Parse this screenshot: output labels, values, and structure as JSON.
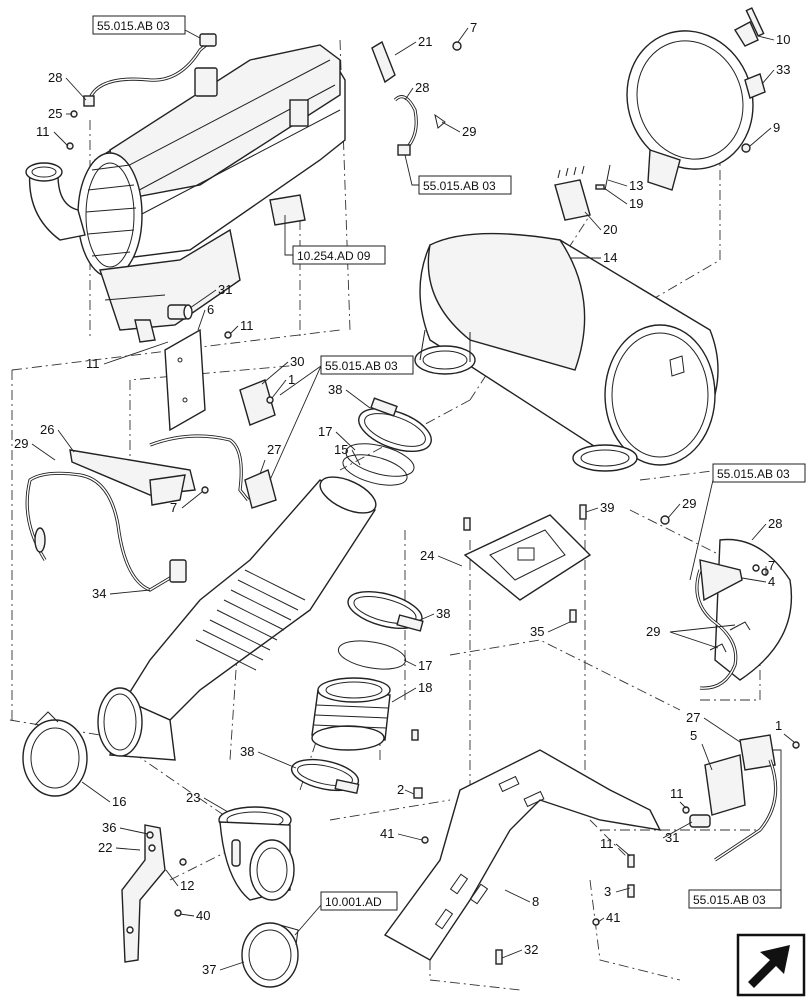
{
  "diagram": {
    "callouts": [
      "1",
      "2",
      "3",
      "4",
      "5",
      "6",
      "7",
      "8",
      "9",
      "10",
      "11",
      "12",
      "13",
      "14",
      "15",
      "16",
      "17",
      "18",
      "19",
      "20",
      "21",
      "22",
      "23",
      "24",
      "25",
      "26",
      "27",
      "28",
      "29",
      "30",
      "31",
      "32",
      "33",
      "34",
      "35",
      "36",
      "37",
      "38",
      "39",
      "40",
      "41"
    ],
    "references": [
      "55.015.AB 03",
      "10.254.AD 09",
      "10.001.AD"
    ]
  }
}
